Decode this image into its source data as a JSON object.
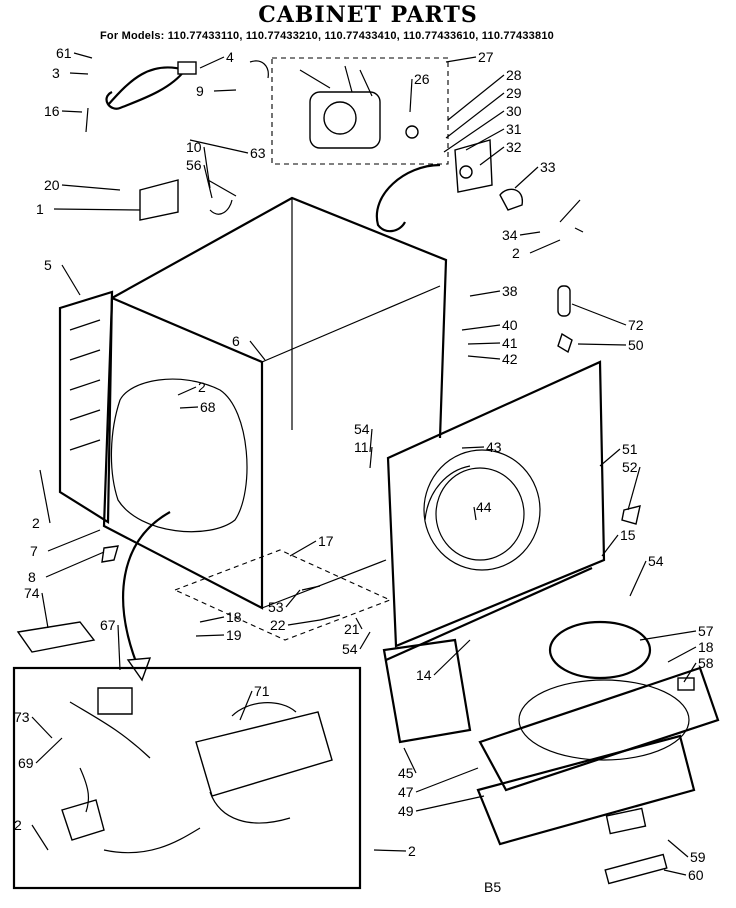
{
  "title": "CABINET PARTS",
  "models": "For Models: 110.77433110, 110.77433210, 110.77433410, 110.77433610, 110.77433810",
  "footer_code": "B5",
  "callouts": [
    "61",
    "3",
    "4",
    "9",
    "16",
    "63",
    "27",
    "26",
    "28",
    "29",
    "30",
    "31",
    "32",
    "33",
    "34",
    "2",
    "10",
    "56",
    "20",
    "1",
    "5",
    "6",
    "2",
    "68",
    "38",
    "40",
    "41",
    "42",
    "72",
    "50",
    "54",
    "11",
    "43",
    "44",
    "51",
    "52",
    "15",
    "54",
    "2",
    "7",
    "8",
    "74",
    "67",
    "17",
    "53",
    "22",
    "18",
    "19",
    "21",
    "54",
    "14",
    "57",
    "18",
    "58",
    "71",
    "73",
    "69",
    "2",
    "45",
    "47",
    "49",
    "59",
    "60",
    "2"
  ]
}
